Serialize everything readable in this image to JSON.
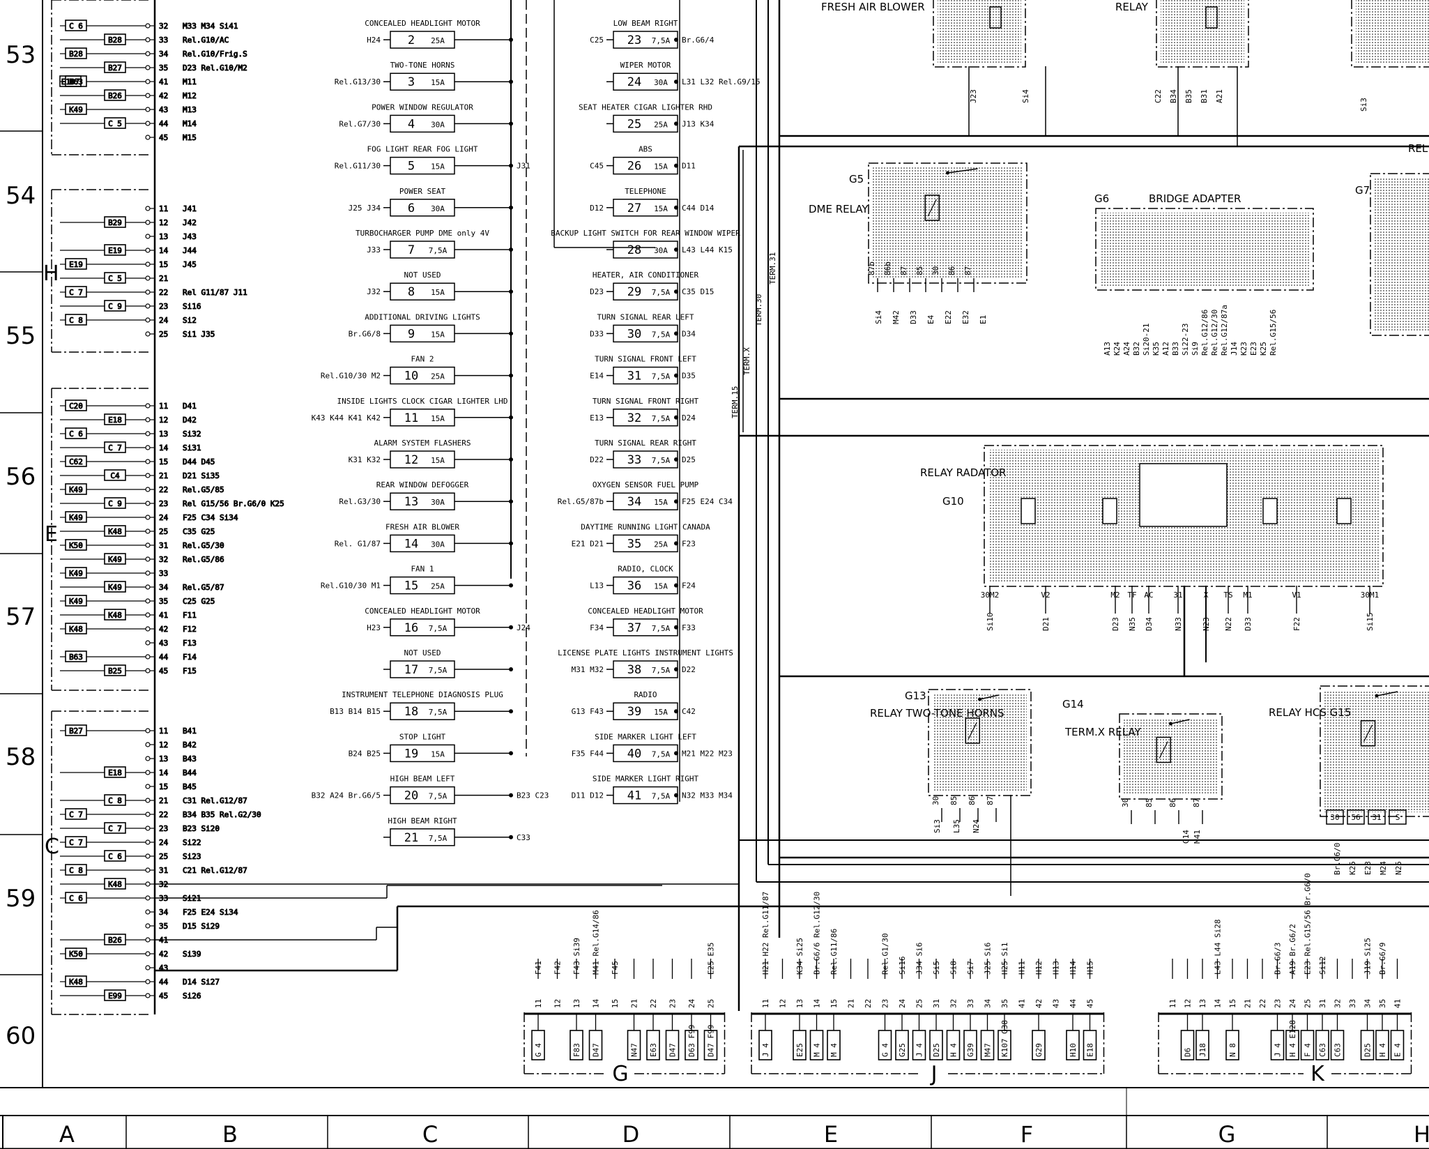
{
  "rows": [
    "53",
    "54",
    "55",
    "56",
    "57",
    "58",
    "59",
    "60"
  ],
  "columns": [
    "A",
    "B",
    "C",
    "D",
    "E",
    "F",
    "G",
    "H"
  ],
  "sections": [
    "H",
    "E",
    "C"
  ],
  "left_terminals": {
    "block1": [
      {
        "box": "C 6",
        "a": "",
        "pin": "32",
        "func": "M33  M34  Si41"
      },
      {
        "box": "B28",
        "a": "",
        "pin": "33",
        "func": "Rel.G10/AC"
      },
      {
        "box": "B28",
        "a": "",
        "pin": "34",
        "func": "Rel.G10/Frig.S"
      },
      {
        "box": "B27",
        "a": "",
        "pin": "35",
        "func": "D23  Rel.G10/M2"
      },
      {
        "box": "B63",
        "a": "E107",
        "pin": "41",
        "func": "M11"
      },
      {
        "box": "B26",
        "a": "",
        "pin": "42",
        "func": "M12"
      },
      {
        "box": "K49",
        "a": "",
        "pin": "43",
        "func": "M13"
      },
      {
        "box": "C 5",
        "a": "",
        "pin": "44",
        "func": "M14"
      },
      {
        "box": "",
        "a": "",
        "pin": "45",
        "func": "M15"
      }
    ],
    "block2": [
      {
        "box": "",
        "a": "",
        "pin": "11",
        "func": "J41"
      },
      {
        "box": "B29",
        "a": "",
        "pin": "12",
        "func": "J42"
      },
      {
        "box": "",
        "a": "",
        "pin": "13",
        "func": "J43"
      },
      {
        "box": "E19",
        "a": "",
        "pin": "14",
        "func": "J44"
      },
      {
        "box": "E19",
        "a": "",
        "pin": "15",
        "func": "J45"
      },
      {
        "box": "C 5",
        "a": "",
        "pin": "21",
        "func": ""
      },
      {
        "box": "C 7",
        "a": "",
        "pin": "22",
        "func": "Rel G11/87   J11"
      },
      {
        "box": "C 9",
        "a": "",
        "pin": "23",
        "func": "Si16"
      },
      {
        "box": "C 8",
        "a": "",
        "pin": "24",
        "func": "Si2"
      },
      {
        "box": "",
        "a": "",
        "pin": "25",
        "func": "Si1    J35"
      }
    ],
    "block3": [
      {
        "box": "C20",
        "a": "",
        "pin": "11",
        "func": "D41"
      },
      {
        "box": "E18",
        "a": "",
        "pin": "12",
        "func": "D42"
      },
      {
        "box": "C 6",
        "a": "",
        "pin": "13",
        "func": "Si32"
      },
      {
        "box": "C 7",
        "a": "",
        "pin": "14",
        "func": "Si31"
      },
      {
        "box": "C62",
        "a": "",
        "pin": "15",
        "func": "D44  D45"
      },
      {
        "box": "C4",
        "a": "",
        "pin": "21",
        "func": "D21  Si35"
      },
      {
        "box": "K49",
        "a": "",
        "pin": "22",
        "func": "Rel.G5/85"
      },
      {
        "box": "C 9",
        "a": "",
        "pin": "23",
        "func": "Rel G15/56  Br.G6/0  K25"
      },
      {
        "box": "K49",
        "a": "",
        "pin": "24",
        "func": "F25  C34   Si34"
      },
      {
        "box": "K48",
        "a": "",
        "pin": "25",
        "func": "C35  G25"
      },
      {
        "box": "K50",
        "a": "",
        "pin": "31",
        "func": "Rel.G5/30"
      },
      {
        "box": "K49",
        "a": "",
        "pin": "32",
        "func": "Rel.G5/86"
      },
      {
        "box": "K49",
        "a": "",
        "pin": "33",
        "func": ""
      },
      {
        "box": "K49",
        "a": "",
        "pin": "34",
        "func": "Rel.G5/87"
      },
      {
        "box": "K49",
        "a": "",
        "pin": "35",
        "func": "C25  G25"
      },
      {
        "box": "K48",
        "a": "",
        "pin": "41",
        "func": "F11"
      },
      {
        "box": "K48",
        "a": "",
        "pin": "42",
        "func": "F12"
      },
      {
        "box": "",
        "a": "",
        "pin": "43",
        "func": "F13"
      },
      {
        "box": "B63",
        "a": "",
        "pin": "44",
        "func": "F14"
      },
      {
        "box": "B25",
        "a": "",
        "pin": "45",
        "func": "F15"
      }
    ],
    "block4": [
      {
        "box": "B27",
        "a": "",
        "pin": "11",
        "func": "B41"
      },
      {
        "box": "",
        "a": "",
        "pin": "12",
        "func": "B42"
      },
      {
        "box": "",
        "a": "",
        "pin": "13",
        "func": "B43"
      },
      {
        "box": "E18",
        "a": "",
        "pin": "14",
        "func": "B44"
      },
      {
        "box": "",
        "a": "",
        "pin": "15",
        "func": "B45"
      },
      {
        "box": "C 8",
        "a": "",
        "pin": "21",
        "func": "C31  Rel.G12/87"
      },
      {
        "box": "C 7",
        "a": "",
        "pin": "22",
        "func": "B34  B35  Rel.G2/30"
      },
      {
        "box": "C 7",
        "a": "",
        "pin": "23",
        "func": "B23  Si20"
      },
      {
        "box": "C 7",
        "a": "",
        "pin": "24",
        "func": "Si22"
      },
      {
        "box": "C 6",
        "a": "",
        "pin": "25",
        "func": "Si23"
      },
      {
        "box": "C 8",
        "a": "",
        "pin": "31",
        "func": "C21  Rel.G12/87"
      },
      {
        "box": "K48",
        "a": "",
        "pin": "32",
        "func": ""
      },
      {
        "box": "C 6",
        "a": "",
        "pin": "33",
        "func": "Si21"
      },
      {
        "box": "",
        "a": "",
        "pin": "34",
        "func": "F25  E24  Si34"
      },
      {
        "box": "",
        "a": "",
        "pin": "35",
        "func": "D15  Si29"
      },
      {
        "box": "B26",
        "a": "",
        "pin": "41",
        "func": ""
      },
      {
        "box": "K50",
        "a": "",
        "pin": "42",
        "func": "Si39"
      },
      {
        "box": "",
        "a": "",
        "pin": "43",
        "func": ""
      },
      {
        "box": "K48",
        "a": "",
        "pin": "44",
        "func": "D14  Si27"
      },
      {
        "box": "E99",
        "a": "",
        "pin": "45",
        "func": "Si26"
      }
    ]
  },
  "fuses_left": [
    {
      "n": "2",
      "a": "25A",
      "cap": "CONCEALED HEADLIGHT MOTOR",
      "in": "H24",
      "out": ""
    },
    {
      "n": "3",
      "a": "15A",
      "cap": "TWO-TONE HORNS",
      "in": "Rel.G13/30",
      "out": ""
    },
    {
      "n": "4",
      "a": "30A",
      "cap": "POWER WINDOW REGULATOR",
      "in": "Rel.G7/30",
      "out": ""
    },
    {
      "n": "5",
      "a": "15A",
      "cap": "FOG LIGHT REAR FOG LIGHT",
      "in": "Rel.G11/30",
      "out": "J31"
    },
    {
      "n": "6",
      "a": "30A",
      "cap": "POWER SEAT",
      "in": "J25  J34",
      "out": ""
    },
    {
      "n": "7",
      "a": "7,5A",
      "cap": "TURBOCHARGER PUMP  DME only 4V",
      "in": "J33",
      "out": ""
    },
    {
      "n": "8",
      "a": "15A",
      "cap": "NOT USED",
      "in": "J32",
      "out": ""
    },
    {
      "n": "9",
      "a": "15A",
      "cap": "ADDITIONAL DRIVING LIGHTS",
      "in": "Br.G6/8",
      "out": ""
    },
    {
      "n": "10",
      "a": "25A",
      "cap": "FAN 2",
      "in": "Rel.G10/30   M2",
      "out": ""
    },
    {
      "n": "11",
      "a": "15A",
      "cap": "INSIDE LIGHTS  CLOCK CIGAR LIGHTER  LHD",
      "in": "K43 K44 K41 K42",
      "out": ""
    },
    {
      "n": "12",
      "a": "15A",
      "cap": "ALARM SYSTEM FLASHERS",
      "in": "K31  K32",
      "out": ""
    },
    {
      "n": "13",
      "a": "30A",
      "cap": "REAR WINDOW DEFOGGER",
      "in": "Rel.G3/30",
      "out": ""
    },
    {
      "n": "14",
      "a": "30A",
      "cap": "FRESH AIR BLOWER",
      "in": "Rel. G1/87",
      "out": ""
    },
    {
      "n": "15",
      "a": "25A",
      "cap": "FAN 1",
      "in": "Rel.G10/30  M1",
      "out": ""
    },
    {
      "n": "16",
      "a": "7,5A",
      "cap": "CONCEALED HEADLIGHT MOTOR",
      "in": "H23",
      "out": "J24"
    },
    {
      "n": "17",
      "a": "7,5A",
      "cap": "NOT USED",
      "in": "",
      "out": ""
    },
    {
      "n": "18",
      "a": "7,5A",
      "cap": "INSTRUMENT  TELEPHONE DIAGNOSIS PLUG",
      "in": "B13  B14  B15",
      "out": ""
    },
    {
      "n": "19",
      "a": "15A",
      "cap": "STOP LIGHT",
      "in": "B24  B25",
      "out": ""
    },
    {
      "n": "20",
      "a": "7,5A",
      "cap": "HIGH BEAM LEFT",
      "in": "B32  A24 Br.G6/5",
      "out": "B23  C23"
    },
    {
      "n": "21",
      "a": "7,5A",
      "cap": "HIGH BEAM RIGHT",
      "in": "",
      "out": "C33"
    }
  ],
  "fuses_right": [
    {
      "n": "23",
      "a": "7,5A",
      "cap": "LOW BEAM RIGHT",
      "in": "C25",
      "out": "Br.G6/4"
    },
    {
      "n": "24",
      "a": "30A",
      "cap": "WIPER MOTOR",
      "in": "",
      "out": "L31  L32 Rel.G9/15"
    },
    {
      "n": "25",
      "a": "25A",
      "cap": "SEAT HEATER CIGAR LIGHTER    RHD",
      "in": "",
      "out": "J13  K34"
    },
    {
      "n": "26",
      "a": "15A",
      "cap": "ABS",
      "in": "C45",
      "out": "D11"
    },
    {
      "n": "27",
      "a": "15A",
      "cap": "TELEPHONE",
      "in": "D12",
      "out": "C44  D14"
    },
    {
      "n": "28",
      "a": "30A",
      "cap": "BACKUP LIGHT SWITCH FOR REAR WINDOW WIPER",
      "in": "",
      "out": "L43  L44 K15"
    },
    {
      "n": "29",
      "a": "7,5A",
      "cap": "HEATER, AIR CONDITIONER",
      "in": "D23",
      "out": "C35  D15"
    },
    {
      "n": "30",
      "a": "7,5A",
      "cap": "TURN SIGNAL REAR LEFT",
      "in": "D33",
      "out": "D34"
    },
    {
      "n": "31",
      "a": "7,5A",
      "cap": "TURN SIGNAL FRONT LEFT",
      "in": "E14",
      "out": "D35"
    },
    {
      "n": "32",
      "a": "7,5A",
      "cap": "TURN SIGNAL FRONT RIGHT",
      "in": "E13",
      "out": "D24"
    },
    {
      "n": "33",
      "a": "7,5A",
      "cap": "TURN SIGNAL REAR RIGHT",
      "in": "D22",
      "out": "D25"
    },
    {
      "n": "34",
      "a": "15A",
      "cap": "OXYGEN SENSOR FUEL PUMP",
      "in": "Rel.G5/87b",
      "out": "F25  E24 C34"
    },
    {
      "n": "35",
      "a": "25A",
      "cap": "DAYTIME RUNNING LIGHT CANADA",
      "in": "E21  D21",
      "out": "F23"
    },
    {
      "n": "36",
      "a": "15A",
      "cap": "RADIO, CLOCK",
      "in": "L13",
      "out": "F24"
    },
    {
      "n": "37",
      "a": "7,5A",
      "cap": "CONCEALED HEADLIGHT MOTOR",
      "in": "F34",
      "out": "F33"
    },
    {
      "n": "38",
      "a": "7,5A",
      "cap": "LICENSE PLATE LIGHTS INSTRUMENT LIGHTS",
      "in": "M31  M32",
      "out": "D22"
    },
    {
      "n": "39",
      "a": "15A",
      "cap": "RADIO",
      "in": "G13  F43",
      "out": "C42"
    },
    {
      "n": "40",
      "a": "7,5A",
      "cap": "SIDE MARKER LIGHT  LEFT",
      "in": "F35  F44",
      "out": "M21  M22 M23"
    },
    {
      "n": "41",
      "a": "7,5A",
      "cap": "SIDE MARKER LIGHT  RIGHT",
      "in": "D11  D12",
      "out": "N32  M33 M34"
    }
  ],
  "relays": {
    "top_left": "FRESH AIR BLOWER",
    "top_mid": "RELAY",
    "top_right": "REL POWER",
    "g5": {
      "id": "G5",
      "name": "DME RELAY",
      "pins": [
        "87b",
        "86b",
        "87",
        "85",
        "30",
        "86",
        "87"
      ],
      "wires": [
        "Si4",
        "M42",
        "D33",
        "E4",
        "E22",
        "E32",
        "E1"
      ]
    },
    "g6": {
      "id": "G6",
      "name": "BRIDGE ADAPTER",
      "wires": [
        "A13",
        "K24",
        "A24",
        "B32",
        "Si20-21",
        "K35",
        "A12",
        "B33",
        "Si22-23",
        "Si9",
        "Rel.G12/86",
        "Rel.G12/30",
        "Rel.G12/87a",
        "J14",
        "K23",
        "E23",
        "K25",
        "Rel.G15/56"
      ]
    },
    "g7": {
      "id": "G7"
    },
    "g10": {
      "id": "G10",
      "name": "RELAY RADATOR",
      "pins": [
        "30M2",
        "V2",
        "M2",
        "TF",
        "AC",
        "31",
        "X",
        "TS",
        "M1",
        "V1",
        "30M1"
      ],
      "wires": [
        "Si10",
        "D21",
        "D23",
        "N35",
        "D34",
        "N33",
        "N23",
        "N22",
        "D33",
        "F22",
        "Si15"
      ]
    },
    "g13": {
      "id": "G13",
      "name": "RELAY TWO-TONE HORNS",
      "pins": [
        "30",
        "85",
        "86",
        "87"
      ],
      "wires": [
        "Si3",
        "L35",
        "N24"
      ]
    },
    "g14": {
      "id": "G14",
      "name": "TERM.X RELAY",
      "pins": [
        "30",
        "85",
        "86",
        "87"
      ],
      "wires": [
        "G14",
        "M41"
      ]
    },
    "g15": {
      "id": "G15",
      "name": "RELAY HCS G15",
      "pins": [
        "30",
        "56",
        "31",
        "S"
      ],
      "wires": [
        "Br.G6/0",
        "K25",
        "E23",
        "M24",
        "N25"
      ]
    },
    "top_wires_left": [
      "J23",
      "Si4"
    ],
    "top_wires_mid": [
      "C22",
      "B34",
      "B35",
      "B31",
      "A21"
    ],
    "top_wires_right": [
      "Si3"
    ]
  },
  "term_labels": [
    "TERM.X",
    "TERM.15",
    "TERM.30",
    "TERM.31"
  ],
  "bottom": {
    "G": {
      "label": "G",
      "pins": [
        "11",
        "12",
        "13",
        "14",
        "15",
        "21",
        "22",
        "23",
        "24",
        "25"
      ],
      "wires": [
        "F41",
        "F42",
        "F43  Si39",
        "M41  Rel.G14/86",
        "F45",
        "",
        "",
        "",
        "",
        "E25  E35"
      ],
      "boxes": [
        "G 4",
        "",
        "F83",
        "D47",
        "",
        "N47",
        "E63",
        "D47",
        "D63 F99",
        "D47 F99"
      ]
    },
    "J": {
      "label": "J",
      "pins": [
        "11",
        "12",
        "13",
        "14",
        "15",
        "21",
        "22",
        "23",
        "24",
        "25",
        "31",
        "32",
        "33",
        "34",
        "35",
        "41",
        "42",
        "43",
        "44",
        "45"
      ],
      "wires": [
        "H21 H22  Rel.G11/87",
        "",
        "K34  Si25",
        "Br.G6/6 Rel.G12/30",
        "Rel.G11/86",
        "",
        "",
        "Rel.G1/30",
        "Si16",
        "J34  Si6",
        "Si5",
        "Si8",
        "Si7",
        "J25  Si6",
        "H25  Si1",
        "H11",
        "H12",
        "H13",
        "H14",
        "H15"
      ],
      "boxes": [
        "J 4",
        "",
        "E25",
        "M 4",
        "M 4",
        "",
        "",
        "G 4",
        "G25",
        "J 4",
        "D25",
        "H 4",
        "G39",
        "M47",
        "K107  G38",
        "",
        "G29",
        "",
        "H10",
        "E18"
      ]
    },
    "K": {
      "label": "K",
      "pins": [
        "11",
        "12",
        "13",
        "14",
        "15",
        "21",
        "22",
        "23",
        "24",
        "25",
        "31",
        "32",
        "33",
        "34",
        "35",
        "41"
      ],
      "wires": [
        "",
        "",
        "",
        "L43  L44  Si28",
        "",
        "",
        "",
        "Br.G6/3",
        "A19  Br.G6/2",
        "E23  Rel.G15/56 Br.G6/0",
        "Si12",
        "",
        "",
        "J19  Si25",
        "Br.G6/9",
        ""
      ],
      "boxes": [
        "",
        "D6",
        "J18",
        "",
        "N 8",
        "",
        "",
        "J 4",
        "H 4  E128",
        "F 4",
        "C63",
        "C63",
        "",
        "D25",
        "H 4",
        "E 4"
      ]
    }
  }
}
